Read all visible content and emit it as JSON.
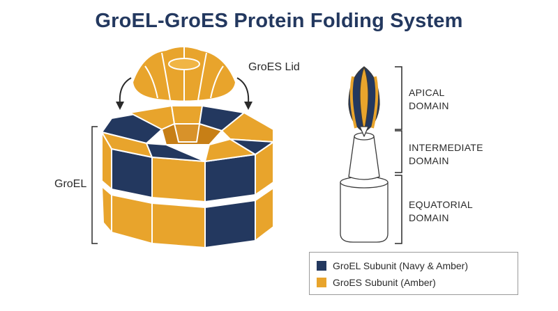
{
  "title": "GroEL-GroES Protein Folding System",
  "labels": {
    "groes_lid": "GroES Lid",
    "groel": "GroEL",
    "apical": [
      "APICAL",
      "DOMAIN"
    ],
    "intermediate": [
      "INTERMEDIATE",
      "DOMAIN"
    ],
    "equatorial": [
      "EQUATORIAL",
      "DOMAIN"
    ]
  },
  "legend": [
    {
      "label": "GroEL Subunit (Navy & Amber)",
      "color": "#23385f"
    },
    {
      "label": "GroES Subunit (Amber)",
      "color": "#e8a42c"
    }
  ],
  "colors": {
    "navy": "#23385f",
    "amber": "#e8a42c",
    "amber_dark": "#c77f16",
    "outline": "#3a3a3a"
  }
}
